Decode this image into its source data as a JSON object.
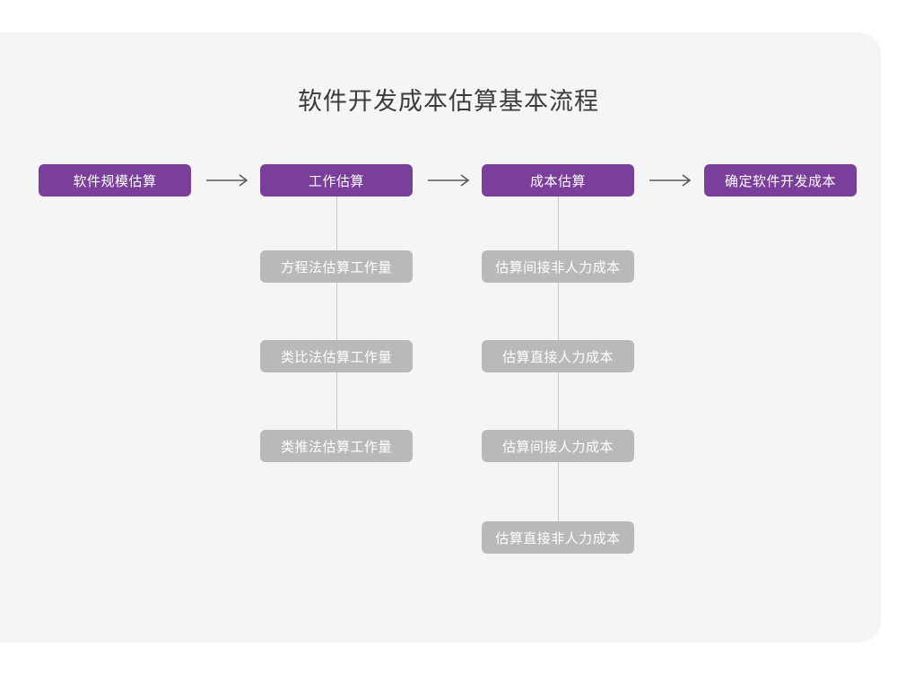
{
  "card": {
    "background_color": "#f5f5f5",
    "page_background_color": "#ffffff"
  },
  "title": "软件开发成本估算基本流程",
  "colors": {
    "primary": "#7a3e9b",
    "secondary": "#b9b9b9",
    "title_text": "#3c3c3c",
    "node_text": "#ffffff",
    "connector": "#c9c9c9",
    "arrow": "#5a5a5a"
  },
  "chart_data": {
    "type": "diagram",
    "title": "软件开发成本估算基本流程",
    "orientation": "left-to-right main flow with vertical sub-branches",
    "main_flow": [
      {
        "id": "step-1",
        "label": "软件规模估算",
        "children": []
      },
      {
        "id": "step-2",
        "label": "工作估算",
        "children": [
          "方程法估算工作量",
          "类比法估算工作量",
          "类推法估算工作量"
        ]
      },
      {
        "id": "step-3",
        "label": "成本估算",
        "children": [
          "估算间接非人力成本",
          "估算直接人力成本",
          "估算间接人力成本",
          "估算直接非人力成本"
        ]
      },
      {
        "id": "step-4",
        "label": "确定软件开发成本",
        "children": []
      }
    ],
    "connectors": [
      {
        "from": "step-1",
        "to": "step-2",
        "kind": "arrow-right"
      },
      {
        "from": "step-2",
        "to": "step-3",
        "kind": "arrow-right"
      },
      {
        "from": "step-3",
        "to": "step-4",
        "kind": "arrow-right"
      }
    ],
    "icons": [
      "arrow-right-icon"
    ]
  },
  "nodes": {
    "step1": {
      "label": "软件规模估算"
    },
    "step2": {
      "label": "工作估算"
    },
    "step3": {
      "label": "成本估算"
    },
    "step4": {
      "label": "确定软件开发成本"
    },
    "work_1": {
      "label": "方程法估算工作量"
    },
    "work_2": {
      "label": "类比法估算工作量"
    },
    "work_3": {
      "label": "类推法估算工作量"
    },
    "cost_1": {
      "label": "估算间接非人力成本"
    },
    "cost_2": {
      "label": "估算直接人力成本"
    },
    "cost_3": {
      "label": "估算间接人力成本"
    },
    "cost_4": {
      "label": "估算直接非人力成本"
    }
  }
}
